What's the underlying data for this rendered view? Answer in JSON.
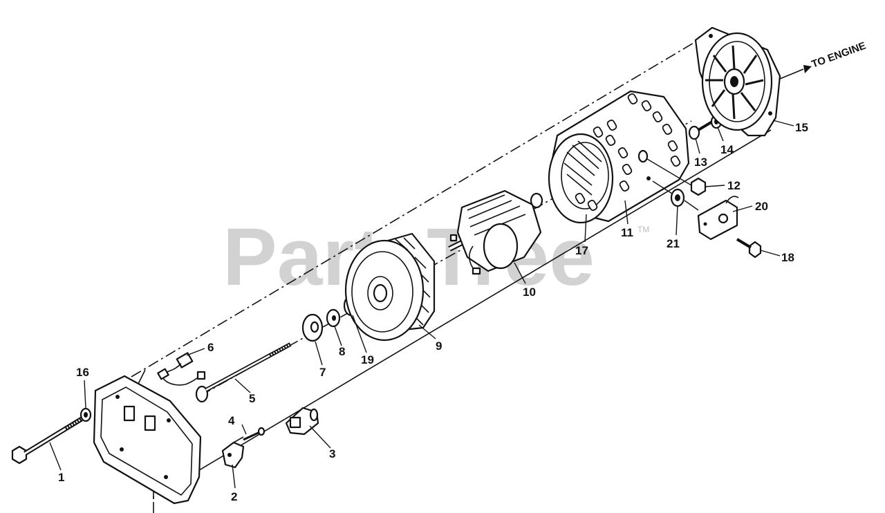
{
  "watermark": {
    "text": "PartsTree",
    "tm": "TM"
  },
  "engine_label": "TO ENGINE",
  "callouts": {
    "p1": "1",
    "p2": "2",
    "p3": "3",
    "p4": "4",
    "p5": "5",
    "p6": "6",
    "p7": "7",
    "p8": "8",
    "p9": "9",
    "p10": "10",
    "p11": "11",
    "p12": "12",
    "p13": "13",
    "p14": "14",
    "p15": "15",
    "p16": "16",
    "p17": "17",
    "p18": "18",
    "p19": "19",
    "p20": "20",
    "p21": "21"
  }
}
